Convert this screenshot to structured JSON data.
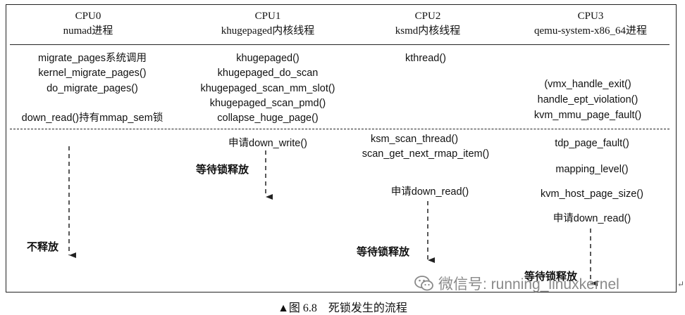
{
  "cpus": [
    {
      "title": "CPU0",
      "subtitle": "numad进程"
    },
    {
      "title": "CPU1",
      "subtitle": "khugepaged内核线程"
    },
    {
      "title": "CPU2",
      "subtitle": "ksmd内核线程"
    },
    {
      "title": "CPU3",
      "subtitle": "qemu-system-x86_64进程"
    }
  ],
  "cpu0": {
    "l1": "migrate_pages系统调用",
    "l2": "kernel_migrate_pages()",
    "l3": "do_migrate_pages()",
    "l4": "down_read()持有mmap_sem锁",
    "wait": "不释放"
  },
  "cpu1": {
    "l1": "khugepaged()",
    "l2": "khugepaged_do_scan",
    "l3": "khugepaged_scan_mm_slot()",
    "l4": "khugepaged_scan_pmd()",
    "l5": "collapse_huge_page()",
    "req": "申请down_write()",
    "wait": "等待锁释放"
  },
  "cpu2": {
    "l1": "kthread()",
    "l2": "ksm_scan_thread()",
    "l3": "scan_get_next_rmap_item()",
    "req": "申请down_read()",
    "wait": "等待锁释放"
  },
  "cpu3": {
    "l1": "(vmx_handle_exit()",
    "l2": "handle_ept_violation()",
    "l3": "kvm_mmu_page_fault()",
    "l4": "tdp_page_fault()",
    "l5": "mapping_level()",
    "l6": "kvm_host_page_size()",
    "req": "申请down_read()",
    "wait": "等待锁释放"
  },
  "watermark": "微信号: running_linuxkernel",
  "caption": "▲图 6.8　死锁发生的流程",
  "colors": {
    "line": "#222222",
    "watermark": "#8a8a8a"
  }
}
